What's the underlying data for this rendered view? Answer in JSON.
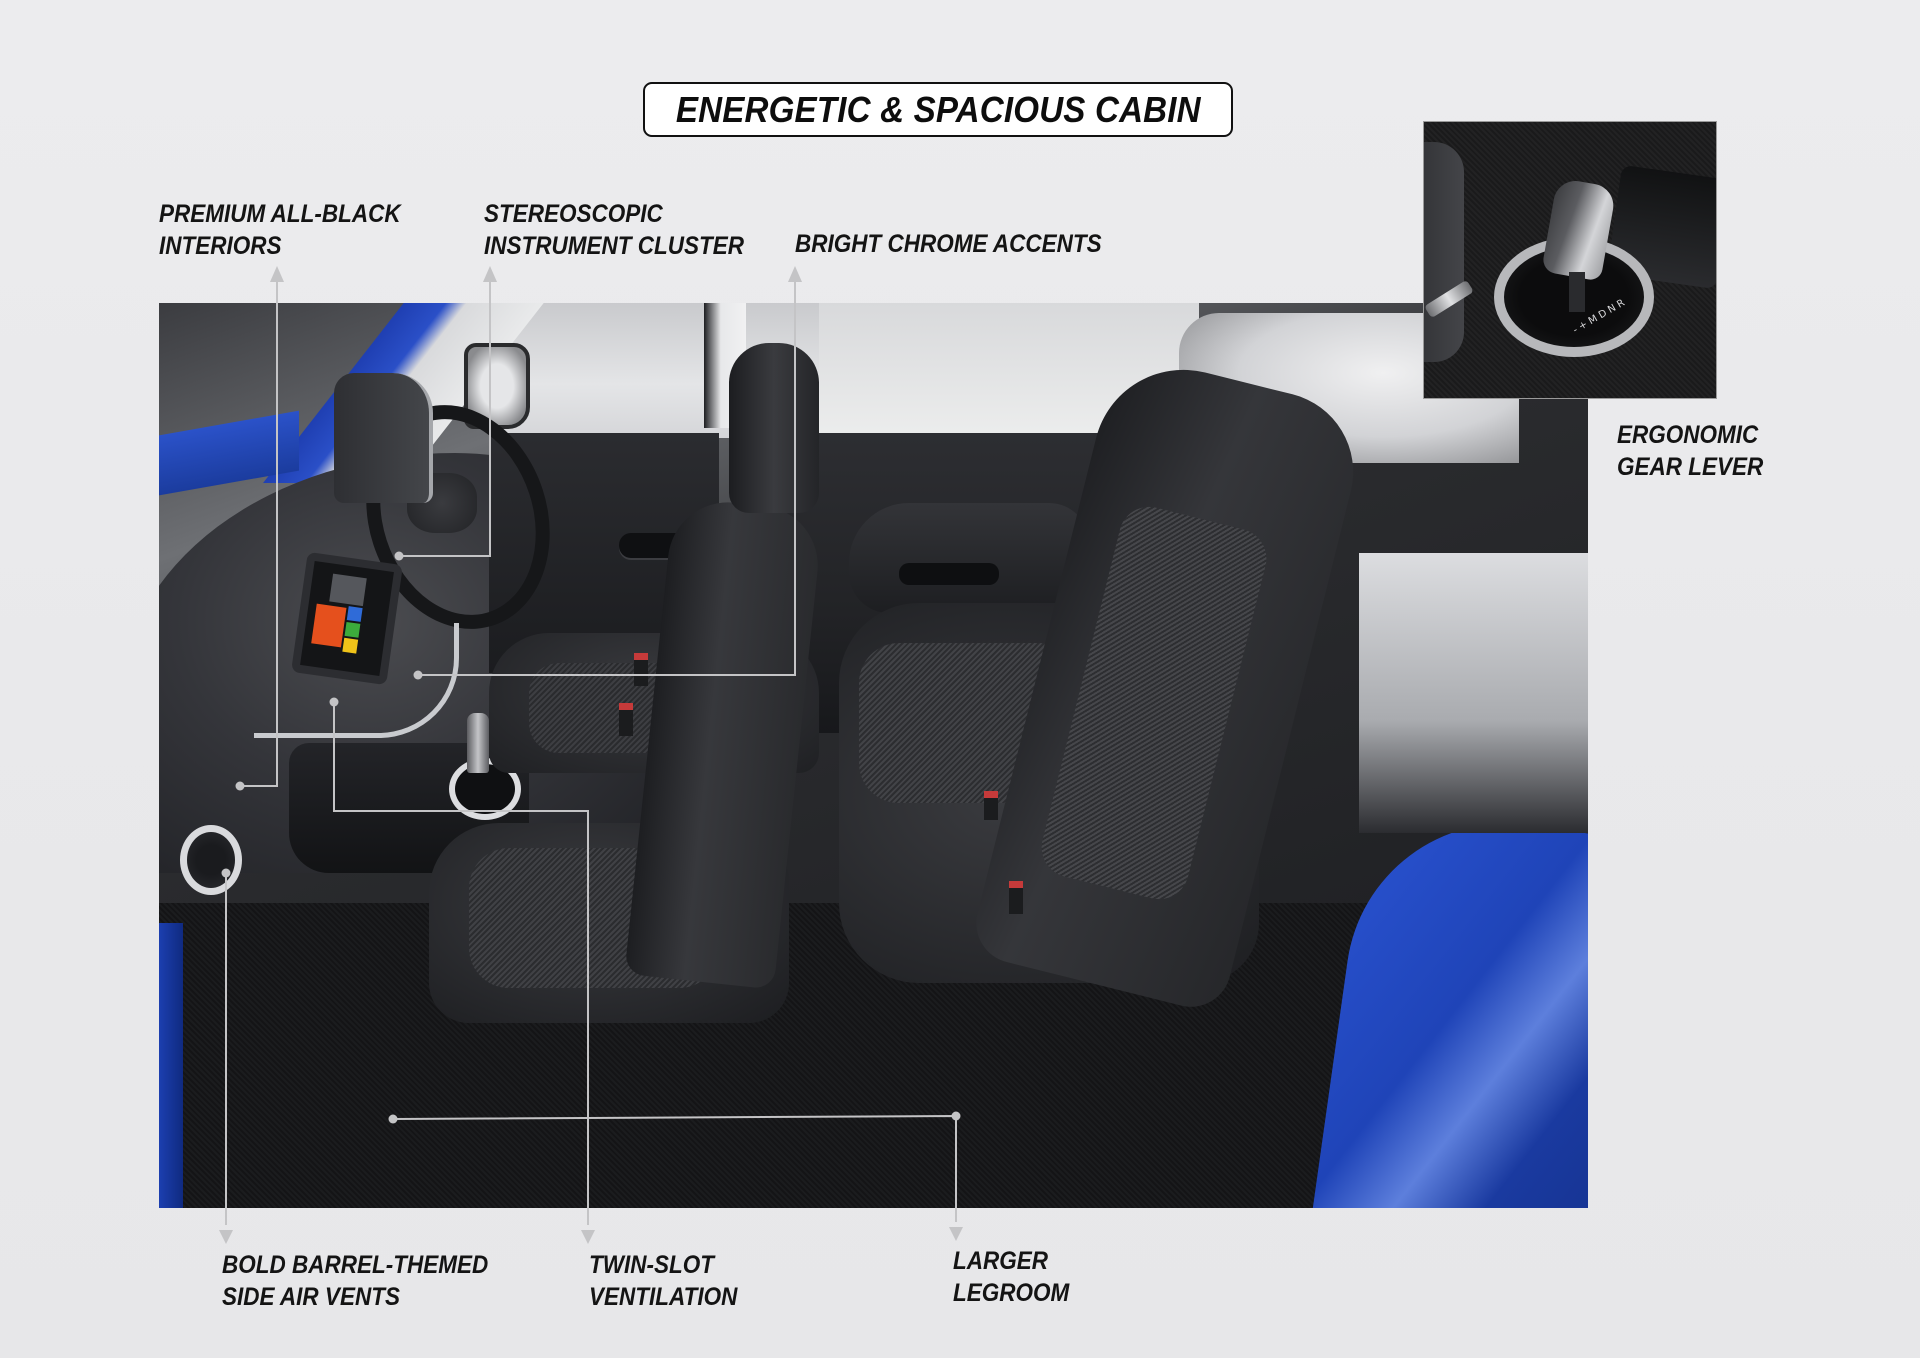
{
  "title": "ENERGETIC & SPACIOUS CABIN",
  "features": {
    "premium_interiors": {
      "line1": "PREMIUM ALL-BLACK",
      "line2": "INTERIORS"
    },
    "instrument_cluster": {
      "line1": "STEREOSCOPIC",
      "line2": "INSTRUMENT CLUSTER"
    },
    "chrome_accents": {
      "line1": "BRIGHT CHROME ACCENTS"
    },
    "gear_lever": {
      "line1": "ERGONOMIC",
      "line2": "GEAR LEVER"
    },
    "air_vents": {
      "line1": "BOLD BARREL-THEMED",
      "line2": "SIDE AIR VENTS"
    },
    "ventilation": {
      "line1": "TWIN-SLOT",
      "line2": "VENTILATION"
    },
    "legroom": {
      "line1": "LARGER",
      "line2": "LEGROOM"
    }
  },
  "gear_indicator": {
    "positions": [
      "R",
      "N",
      "D",
      "M",
      "+",
      "-"
    ]
  },
  "images": {
    "main_photo": "car-cabin-interior-photo",
    "inset_photo": "gear-lever-closeup-photo"
  },
  "colors": {
    "background": "#e9e9eb",
    "text": "#141414",
    "leader_line": "#c4c4c6",
    "car_body_blue": "#2447c0",
    "interior_black": "#1c1d20"
  }
}
